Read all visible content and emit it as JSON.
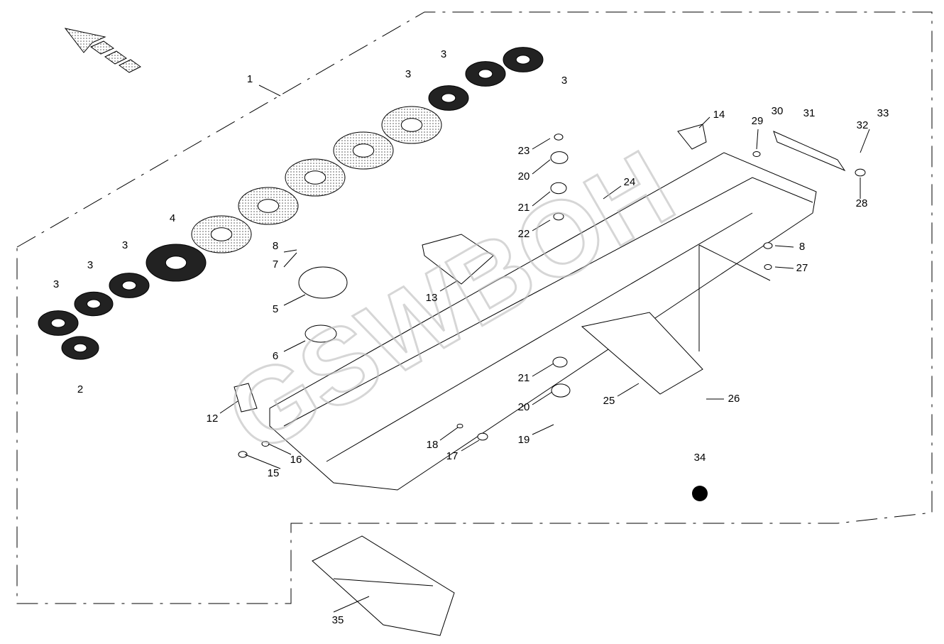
{
  "diagram": {
    "callouts": [
      "1",
      "3",
      "3",
      "3",
      "4",
      "3",
      "3",
      "3",
      "2",
      "8",
      "7",
      "5",
      "6",
      "12",
      "15",
      "16",
      "13",
      "14",
      "23",
      "20",
      "21",
      "22",
      "24",
      "29",
      "30",
      "31",
      "32",
      "33",
      "28",
      "8",
      "27",
      "21",
      "20",
      "19",
      "18",
      "17",
      "25",
      "26",
      "34",
      "35"
    ],
    "watermark": "GSWBOH",
    "colors": {
      "line": "#000000",
      "background": "#ffffff",
      "watermark": "#bbbbbb"
    },
    "direction_arrow": "travel-direction-arrow"
  }
}
